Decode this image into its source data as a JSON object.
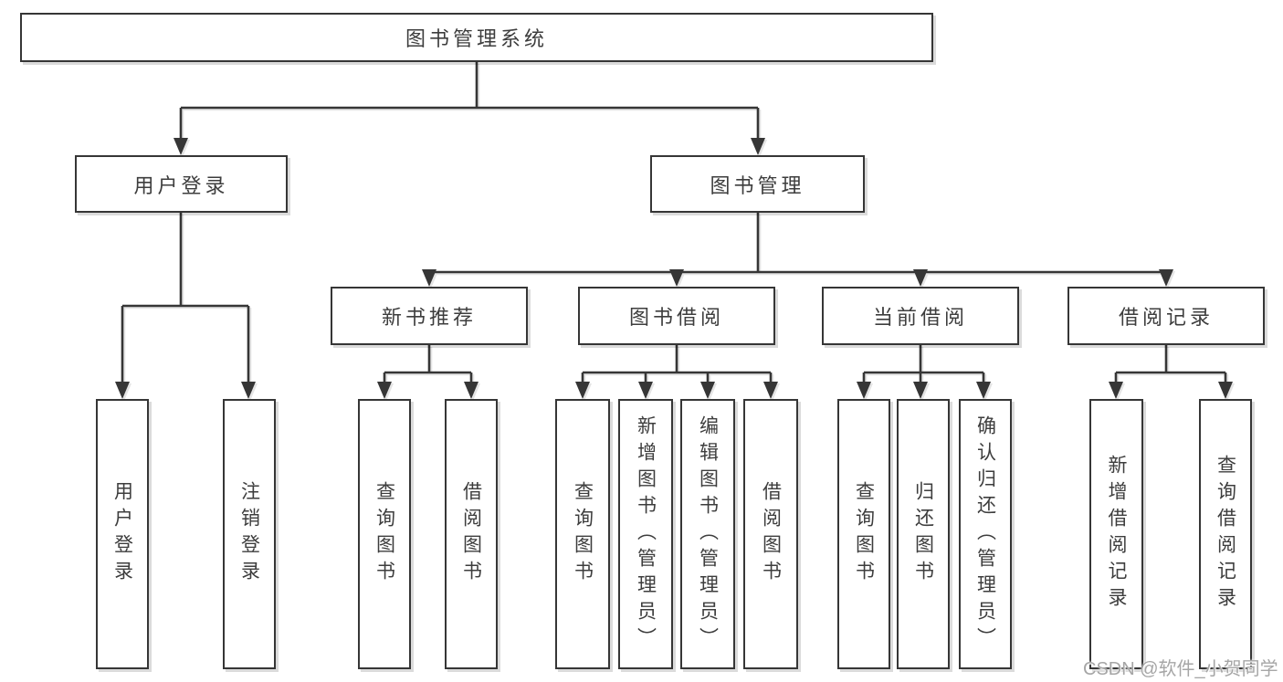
{
  "diagram": {
    "tree": {
      "label": "图书管理系统",
      "children": [
        {
          "label": "用户登录",
          "children": [
            {
              "label": "用户登录"
            },
            {
              "label": "注销登录"
            }
          ]
        },
        {
          "label": "图书管理",
          "children": [
            {
              "label": "新书推荐",
              "children": [
                {
                  "label": "查询图书"
                },
                {
                  "label": "借阅图书"
                }
              ]
            },
            {
              "label": "图书借阅",
              "children": [
                {
                  "label": "查询图书"
                },
                {
                  "label": "新增图书（管理员）"
                },
                {
                  "label": "编辑图书（管理员）"
                },
                {
                  "label": "借阅图书"
                }
              ]
            },
            {
              "label": "当前借阅",
              "children": [
                {
                  "label": "查询图书"
                },
                {
                  "label": "归还图书"
                },
                {
                  "label": "确认归还（管理员）"
                }
              ]
            },
            {
              "label": "借阅记录",
              "children": [
                {
                  "label": "新增借阅记录"
                },
                {
                  "label": "查询借阅记录"
                }
              ]
            }
          ]
        }
      ]
    },
    "watermark": "CSDN @软件_小贺同学",
    "colors": {
      "line": "#363636",
      "box_border": "#363636",
      "text": "#3d3d3d",
      "watermark": "#a6a6a6",
      "background": "#ffffff"
    }
  }
}
